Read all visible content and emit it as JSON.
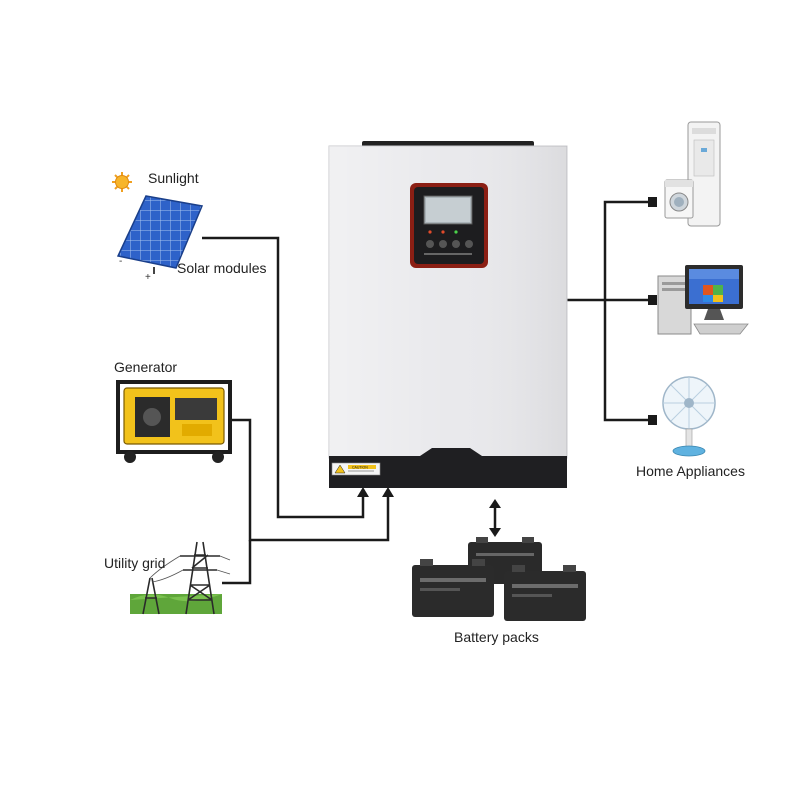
{
  "labels": {
    "sunlight": "Sunlight",
    "solar_modules": "Solar modules",
    "generator": "Generator",
    "utility_grid": "Utility grid",
    "home_appliances": "Home Appliances",
    "battery_packs": "Battery packs",
    "caution": "CAUTION"
  },
  "colors": {
    "wire": "#1a1a1a",
    "inverter_body": "#e9e9ec",
    "inverter_base": "#1f1f22",
    "panel_frame": "#8b1f14",
    "sun": "#f0a020",
    "solar_panel": "#2e62c9",
    "generator_body": "#f2c21b",
    "battery": "#2a2a2a",
    "grass": "#5fa63a"
  },
  "icons": [
    "sun-icon",
    "solar-panel-icon",
    "generator-icon",
    "utility-tower-icon",
    "air-conditioner-icon",
    "washing-machine-icon",
    "computer-icon",
    "fan-icon",
    "battery-icon"
  ]
}
